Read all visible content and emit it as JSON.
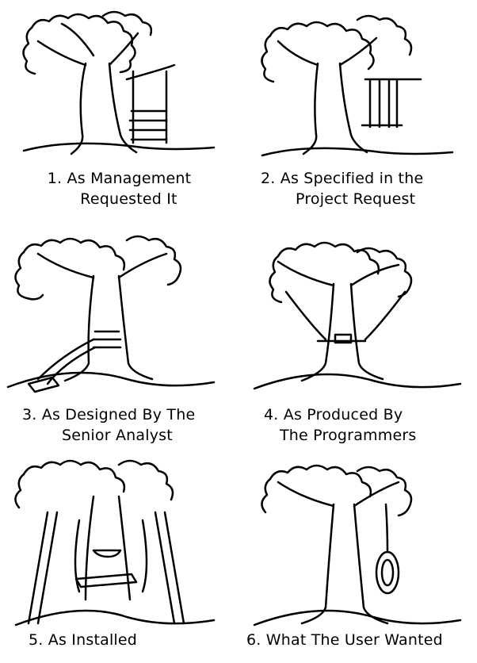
{
  "panels": [
    {
      "line1": "1. As Management",
      "line2": "Requested It"
    },
    {
      "line1": "2. As Specified in the",
      "line2": "Project Request"
    },
    {
      "line1": "3. As Designed By The",
      "line2": "Senior Analyst"
    },
    {
      "line1": "4. As Produced By",
      "line2": "The Programmers"
    },
    {
      "line1": "5. As Installed",
      "line2": ""
    },
    {
      "line1": "6. What The User Wanted",
      "line2": ""
    }
  ]
}
